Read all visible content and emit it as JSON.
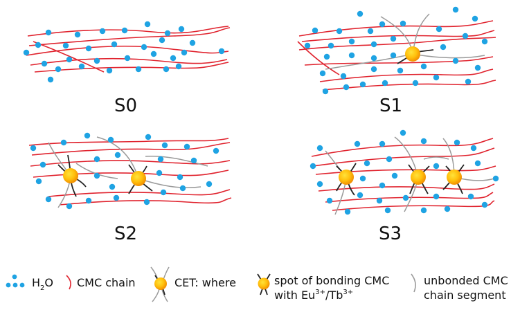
{
  "colors": {
    "water": "#1fa3e3",
    "cmc_chain": "#e0232e",
    "unbonded_segment": "#9a9a9a",
    "bonded_segment": "#222222",
    "ion_outer": "#f39a00",
    "ion_inner": "#ffd21a"
  },
  "panels": [
    {
      "id": "S0",
      "label": "S0",
      "ions": 0
    },
    {
      "id": "S1",
      "label": "S1",
      "ions": 1
    },
    {
      "id": "S2",
      "label": "S2",
      "ions": 2
    },
    {
      "id": "S3",
      "label": "S3",
      "ions": 3
    }
  ],
  "legend": {
    "water": {
      "label": "H",
      "sub": "2",
      "label_end": "O",
      "icon": "water-dots-icon"
    },
    "chain": {
      "label": "CMC chain",
      "icon": "red-chain-icon"
    },
    "cet": {
      "label": "CET: where",
      "icon": "cet-node-icon"
    },
    "bonding_line1": "spot of bonding CMC",
    "bonding_line2_prefix": "with Eu",
    "bonding_sup1": "3+",
    "bonding_mid": "/Tb",
    "bonding_sup2": "3+",
    "bonding_icon": "bonding-spot-icon",
    "unbonded_line1": "unbonded CMC",
    "unbonded_line2": "chain segment",
    "unbonded_icon": "grey-segment-icon"
  }
}
